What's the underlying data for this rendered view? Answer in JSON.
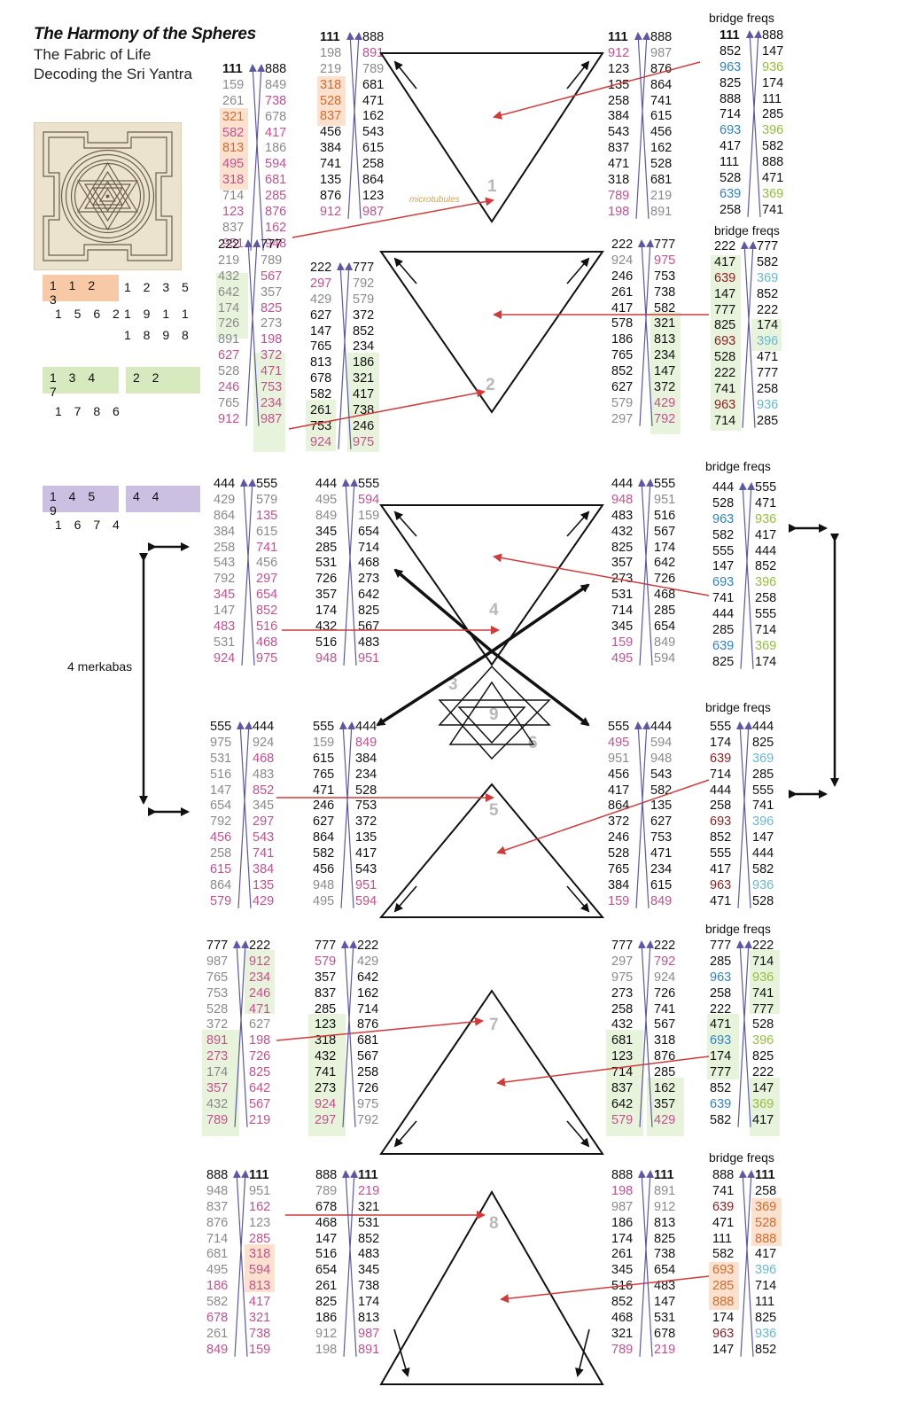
{
  "title": {
    "line1": "The Harmony of the Spheres",
    "line2": "The Fabric of Life",
    "line3": "Decoding the Sri Yantra"
  },
  "legend": {
    "r1a": "1 1 2 3",
    "r1b": "1 2 3 5",
    "r2a": "1 5 6 2",
    "r2b": "1 9 1 1",
    "r3b": "1 8 9 8",
    "r4a": "1 3 4 7",
    "r4b": "2 2",
    "r5a": "1 7 8 6",
    "r6a": "1 4 5 9",
    "r6b": "4 4",
    "r7a": "1 6 7 4"
  },
  "labels": {
    "bridge": "bridge freqs",
    "merkabas": "4 merkabas",
    "microtubules": "microtubules",
    "t1": "1",
    "t2": "2",
    "t3": "3",
    "t4": "4",
    "t5": "5",
    "t6": "6",
    "t7": "7",
    "t8": "8",
    "t9": "9"
  },
  "colors": {
    "peach": "#f7c9a6",
    "green": "#d6e9bf",
    "lavender": "#cbc0e2",
    "arrow_red": "#d23a3a",
    "arrow_purple": "#5c57a8"
  },
  "columns": [
    {
      "rows": [
        [
          "111:k:b",
          "888:k"
        ],
        [
          "159:g",
          "849:g"
        ],
        [
          "261:g",
          "738:p"
        ],
        [
          "321:o",
          "678:g"
        ],
        [
          "582:p",
          "417:p"
        ],
        [
          "813:o",
          "186:g"
        ],
        [
          "495:p",
          "594:p"
        ],
        [
          "318:p",
          "681:p"
        ],
        [
          "714:g",
          "285:p"
        ],
        [
          "123:p",
          "876:p"
        ],
        [
          "837:g",
          "162:p"
        ],
        [
          "951:p",
          "948:p"
        ]
      ]
    },
    {
      "rows": [
        [
          "111:k:b",
          "888:k"
        ],
        [
          "198:g",
          "891:p"
        ],
        [
          "219:g",
          "789:g"
        ],
        [
          "318:o",
          "681:k"
        ],
        [
          "528:o",
          "471:k"
        ],
        [
          "837:o",
          "162:k"
        ],
        [
          "456:k",
          "543:k"
        ],
        [
          "384:k",
          "615:k"
        ],
        [
          "741:k",
          "258:k"
        ],
        [
          "135:k",
          "864:k"
        ],
        [
          "876:k",
          "123:k"
        ],
        [
          "912:p",
          "987:p"
        ]
      ]
    },
    {
      "rows": [
        [
          "111:k:b",
          "888:k"
        ],
        [
          "912:p",
          "987:g"
        ],
        [
          "123:k",
          "876:k"
        ],
        [
          "135:k",
          "864:k"
        ],
        [
          "258:k",
          "741:k"
        ],
        [
          "384:k",
          "615:k"
        ],
        [
          "543:k",
          "456:k"
        ],
        [
          "837:k",
          "162:k"
        ],
        [
          "471:k",
          "528:k"
        ],
        [
          "318:k",
          "681:k"
        ],
        [
          "789:p",
          "219:g"
        ],
        [
          "198:p",
          "891:g"
        ]
      ]
    },
    {
      "rows": [
        [
          "111:k:b",
          "888:k"
        ],
        [
          "852:k",
          "147:k"
        ],
        [
          "963:b",
          "936:y"
        ],
        [
          "825:k",
          "174:k"
        ],
        [
          "888:k",
          "111:k"
        ],
        [
          "714:k",
          "285:k"
        ],
        [
          "693:b",
          "396:y"
        ],
        [
          "417:k",
          "582:k"
        ],
        [
          "111:k",
          "888:k"
        ],
        [
          "528:k",
          "471:k"
        ],
        [
          "639:b",
          "369:y"
        ],
        [
          "258:k",
          "741:k"
        ]
      ]
    },
    {
      "rows": [
        [
          "222:k",
          "777:k"
        ],
        [
          "219:g",
          "789:g"
        ],
        [
          "432:g",
          "567:p"
        ],
        [
          "642:g",
          "357:g"
        ],
        [
          "174:g",
          "825:p"
        ],
        [
          "726:g",
          "273:g"
        ],
        [
          "891:g",
          "198:p"
        ],
        [
          "627:p",
          "372:p"
        ],
        [
          "528:g",
          "471:p"
        ],
        [
          "246:p",
          "753:p"
        ],
        [
          "765:g",
          "234:p"
        ],
        [
          "912:p",
          "987:p"
        ]
      ]
    },
    {
      "rows": [
        [
          "222:k",
          "777:k"
        ],
        [
          "297:p",
          "792:g"
        ],
        [
          "429:g",
          "579:g"
        ],
        [
          "627:k",
          "372:k"
        ],
        [
          "147:k",
          "852:k"
        ],
        [
          "765:k",
          "234:k"
        ],
        [
          "813:k",
          "186:k"
        ],
        [
          "678:k",
          "321:k"
        ],
        [
          "582:k",
          "417:k"
        ],
        [
          "261:k",
          "738:k"
        ],
        [
          "753:k",
          "246:k"
        ],
        [
          "924:p",
          "975:p"
        ]
      ]
    },
    {
      "rows": [
        [
          "222:k",
          "777:k"
        ],
        [
          "924:g",
          "975:p"
        ],
        [
          "246:k",
          "753:k"
        ],
        [
          "261:k",
          "738:k"
        ],
        [
          "417:k",
          "582:k"
        ],
        [
          "578:k",
          "321:k"
        ],
        [
          "186:k",
          "813:k"
        ],
        [
          "765:k",
          "234:k"
        ],
        [
          "852:k",
          "147:k"
        ],
        [
          "627:k",
          "372:k"
        ],
        [
          "579:g",
          "429:p"
        ],
        [
          "297:g",
          "792:p"
        ]
      ]
    },
    {
      "rows": [
        [
          "222:k",
          "777:k"
        ],
        [
          "417:k",
          "582:k"
        ],
        [
          "639:r",
          "369:c"
        ],
        [
          "147:k",
          "852:k"
        ],
        [
          "777:k",
          "222:k"
        ],
        [
          "825:k",
          "174:k"
        ],
        [
          "693:r",
          "396:c"
        ],
        [
          "528:k",
          "471:k"
        ],
        [
          "222:k",
          "777:k"
        ],
        [
          "741:k",
          "258:k"
        ],
        [
          "963:r",
          "936:c"
        ],
        [
          "714:k",
          "285:k"
        ]
      ]
    },
    {
      "rows": [
        [
          "444:k",
          "555:k"
        ],
        [
          "429:g",
          "579:g"
        ],
        [
          "864:g",
          "135:p"
        ],
        [
          "384:g",
          "615:g"
        ],
        [
          "258:g",
          "741:p"
        ],
        [
          "543:g",
          "456:g"
        ],
        [
          "792:g",
          "297:p"
        ],
        [
          "345:p",
          "654:p"
        ],
        [
          "147:g",
          "852:p"
        ],
        [
          "483:p",
          "516:p"
        ],
        [
          "531:g",
          "468:p"
        ],
        [
          "924:p",
          "975:p"
        ]
      ]
    },
    {
      "rows": [
        [
          "444:k",
          "555:k"
        ],
        [
          "495:g",
          "594:p"
        ],
        [
          "849:g",
          "159:g"
        ],
        [
          "345:k",
          "654:k"
        ],
        [
          "285:k",
          "714:k"
        ],
        [
          "531:k",
          "468:k"
        ],
        [
          "726:k",
          "273:k"
        ],
        [
          "357:k",
          "642:k"
        ],
        [
          "174:k",
          "825:k"
        ],
        [
          "432:k",
          "567:k"
        ],
        [
          "516:k",
          "483:k"
        ],
        [
          "948:p",
          "951:p"
        ]
      ]
    },
    {
      "rows": [
        [
          "444:k",
          "555:k"
        ],
        [
          "948:p",
          "951:g"
        ],
        [
          "483:k",
          "516:k"
        ],
        [
          "432:k",
          "567:k"
        ],
        [
          "825:k",
          "174:k"
        ],
        [
          "357:k",
          "642:k"
        ],
        [
          "273:k",
          "726:k"
        ],
        [
          "531:k",
          "468:k"
        ],
        [
          "714:k",
          "285:k"
        ],
        [
          "345:k",
          "654:k"
        ],
        [
          "159:p",
          "849:g"
        ],
        [
          "495:p",
          "594:g"
        ]
      ]
    },
    {
      "rows": [
        [
          "444:k",
          "555:k"
        ],
        [
          "528:k",
          "471:k"
        ],
        [
          "963:b",
          "936:y"
        ],
        [
          "582:k",
          "417:k"
        ],
        [
          "555:k",
          "444:k"
        ],
        [
          "147:k",
          "852:k"
        ],
        [
          "693:b",
          "396:y"
        ],
        [
          "741:k",
          "258:k"
        ],
        [
          "444:k",
          "555:k"
        ],
        [
          "285:k",
          "714:k"
        ],
        [
          "639:b",
          "369:y"
        ],
        [
          "825:k",
          "174:k"
        ]
      ]
    },
    {
      "rows": [
        [
          "555:k",
          "444:k"
        ],
        [
          "975:g",
          "924:g"
        ],
        [
          "531:g",
          "468:p"
        ],
        [
          "516:g",
          "483:g"
        ],
        [
          "147:g",
          "852:p"
        ],
        [
          "654:g",
          "345:g"
        ],
        [
          "792:g",
          "297:p"
        ],
        [
          "456:p",
          "543:p"
        ],
        [
          "258:g",
          "741:p"
        ],
        [
          "615:p",
          "384:p"
        ],
        [
          "864:g",
          "135:p"
        ],
        [
          "579:p",
          "429:p"
        ]
      ]
    },
    {
      "rows": [
        [
          "555:k",
          "444:k"
        ],
        [
          "159:g",
          "849:p"
        ],
        [
          "615:k",
          "384:k"
        ],
        [
          "765:k",
          "234:k"
        ],
        [
          "471:k",
          "528:k"
        ],
        [
          "246:k",
          "753:k"
        ],
        [
          "627:k",
          "372:k"
        ],
        [
          "864:k",
          "135:k"
        ],
        [
          "582:k",
          "417:k"
        ],
        [
          "456:k",
          "543:k"
        ],
        [
          "948:g",
          "951:p"
        ],
        [
          "495:g",
          "594:p"
        ]
      ]
    },
    {
      "rows": [
        [
          "555:k",
          "444:k"
        ],
        [
          "495:p",
          "594:g"
        ],
        [
          "951:g",
          "948:g"
        ],
        [
          "456:k",
          "543:k"
        ],
        [
          "417:k",
          "582:k"
        ],
        [
          "864:k",
          "135:k"
        ],
        [
          "372:k",
          "627:k"
        ],
        [
          "246:k",
          "753:k"
        ],
        [
          "528:k",
          "471:k"
        ],
        [
          "765:k",
          "234:k"
        ],
        [
          "384:k",
          "615:k"
        ],
        [
          "159:p",
          "849:p"
        ]
      ]
    },
    {
      "rows": [
        [
          "555:k",
          "444:k"
        ],
        [
          "174:k",
          "825:k"
        ],
        [
          "639:r",
          "369:c"
        ],
        [
          "714:k",
          "285:k"
        ],
        [
          "444:k",
          "555:k"
        ],
        [
          "258:k",
          "741:k"
        ],
        [
          "693:r",
          "396:c"
        ],
        [
          "852:k",
          "147:k"
        ],
        [
          "555:k",
          "444:k"
        ],
        [
          "417:k",
          "582:k"
        ],
        [
          "963:r",
          "936:c"
        ],
        [
          "471:k",
          "528:k"
        ]
      ]
    },
    {
      "rows": [
        [
          "777:k",
          "222:k"
        ],
        [
          "987:g",
          "912:p"
        ],
        [
          "765:g",
          "234:p"
        ],
        [
          "753:g",
          "246:p"
        ],
        [
          "528:g",
          "471:p"
        ],
        [
          "372:g",
          "627:g"
        ],
        [
          "891:p",
          "198:p"
        ],
        [
          "273:p",
          "726:p"
        ],
        [
          "174:g",
          "825:p"
        ],
        [
          "357:p",
          "642:p"
        ],
        [
          "432:g",
          "567:p"
        ],
        [
          "789:p",
          "219:p"
        ]
      ]
    },
    {
      "rows": [
        [
          "777:k",
          "222:k"
        ],
        [
          "579:p",
          "429:g"
        ],
        [
          "357:k",
          "642:k"
        ],
        [
          "837:k",
          "162:k"
        ],
        [
          "285:k",
          "714:k"
        ],
        [
          "123:k",
          "876:k"
        ],
        [
          "318:k",
          "681:k"
        ],
        [
          "432:k",
          "567:k"
        ],
        [
          "741:k",
          "258:k"
        ],
        [
          "273:k",
          "726:k"
        ],
        [
          "924:p",
          "975:g"
        ],
        [
          "297:p",
          "792:g"
        ]
      ]
    },
    {
      "rows": [
        [
          "777:k",
          "222:k"
        ],
        [
          "297:g",
          "792:p"
        ],
        [
          "975:g",
          "924:g"
        ],
        [
          "273:k",
          "726:k"
        ],
        [
          "258:k",
          "741:k"
        ],
        [
          "432:k",
          "567:k"
        ],
        [
          "681:k",
          "318:k"
        ],
        [
          "123:k",
          "876:k"
        ],
        [
          "714:k",
          "285:k"
        ],
        [
          "837:k",
          "162:k"
        ],
        [
          "642:k",
          "357:k"
        ],
        [
          "579:p",
          "429:p"
        ]
      ]
    },
    {
      "rows": [
        [
          "777:k",
          "222:k"
        ],
        [
          "285:k",
          "714:k"
        ],
        [
          "963:b",
          "936:y"
        ],
        [
          "258:k",
          "741:k"
        ],
        [
          "222:k",
          "777:k"
        ],
        [
          "471:k",
          "528:k"
        ],
        [
          "693:b",
          "396:y"
        ],
        [
          "174:k",
          "825:k"
        ],
        [
          "777:k",
          "222:k"
        ],
        [
          "852:k",
          "147:k"
        ],
        [
          "639:b",
          "369:y"
        ],
        [
          "582:k",
          "417:k"
        ]
      ]
    },
    {
      "rows": [
        [
          "888:k",
          "111:k:b"
        ],
        [
          "948:g",
          "951:g"
        ],
        [
          "837:g",
          "162:p"
        ],
        [
          "876:g",
          "123:g"
        ],
        [
          "714:g",
          "285:p"
        ],
        [
          "681:g",
          "318:p"
        ],
        [
          "495:g",
          "594:p"
        ],
        [
          "186:p",
          "813:p"
        ],
        [
          "582:g",
          "417:p"
        ],
        [
          "678:p",
          "321:p"
        ],
        [
          "261:g",
          "738:p"
        ],
        [
          "849:p",
          "159:p"
        ]
      ]
    },
    {
      "rows": [
        [
          "888:k",
          "111:k:b"
        ],
        [
          "789:g",
          "219:p"
        ],
        [
          "678:k",
          "321:k"
        ],
        [
          "468:k",
          "531:k"
        ],
        [
          "147:k",
          "852:k"
        ],
        [
          "516:k",
          "483:k"
        ],
        [
          "654:k",
          "345:k"
        ],
        [
          "261:k",
          "738:k"
        ],
        [
          "825:k",
          "174:k"
        ],
        [
          "186:k",
          "813:k"
        ],
        [
          "912:g",
          "987:p"
        ],
        [
          "198:g",
          "891:p"
        ]
      ]
    },
    {
      "rows": [
        [
          "888:k",
          "111:k:b"
        ],
        [
          "198:p",
          "891:g"
        ],
        [
          "987:g",
          "912:g"
        ],
        [
          "186:k",
          "813:k"
        ],
        [
          "174:k",
          "825:k"
        ],
        [
          "261:k",
          "738:k"
        ],
        [
          "345:k",
          "654:k"
        ],
        [
          "516:k",
          "483:k"
        ],
        [
          "852:k",
          "147:k"
        ],
        [
          "468:k",
          "531:k"
        ],
        [
          "321:k",
          "678:k"
        ],
        [
          "789:p",
          "219:p"
        ]
      ]
    },
    {
      "rows": [
        [
          "888:k",
          "111:k:b"
        ],
        [
          "741:k",
          "258:k"
        ],
        [
          "639:r",
          "369:o"
        ],
        [
          "471:k",
          "528:o"
        ],
        [
          "111:k",
          "888:o"
        ],
        [
          "582:k",
          "417:k"
        ],
        [
          "693:o",
          "396:c"
        ],
        [
          "285:o",
          "714:k"
        ],
        [
          "888:o",
          "111:k"
        ],
        [
          "174:k",
          "825:k"
        ],
        [
          "963:r",
          "936:c"
        ],
        [
          "147:k",
          "852:k"
        ]
      ]
    }
  ]
}
